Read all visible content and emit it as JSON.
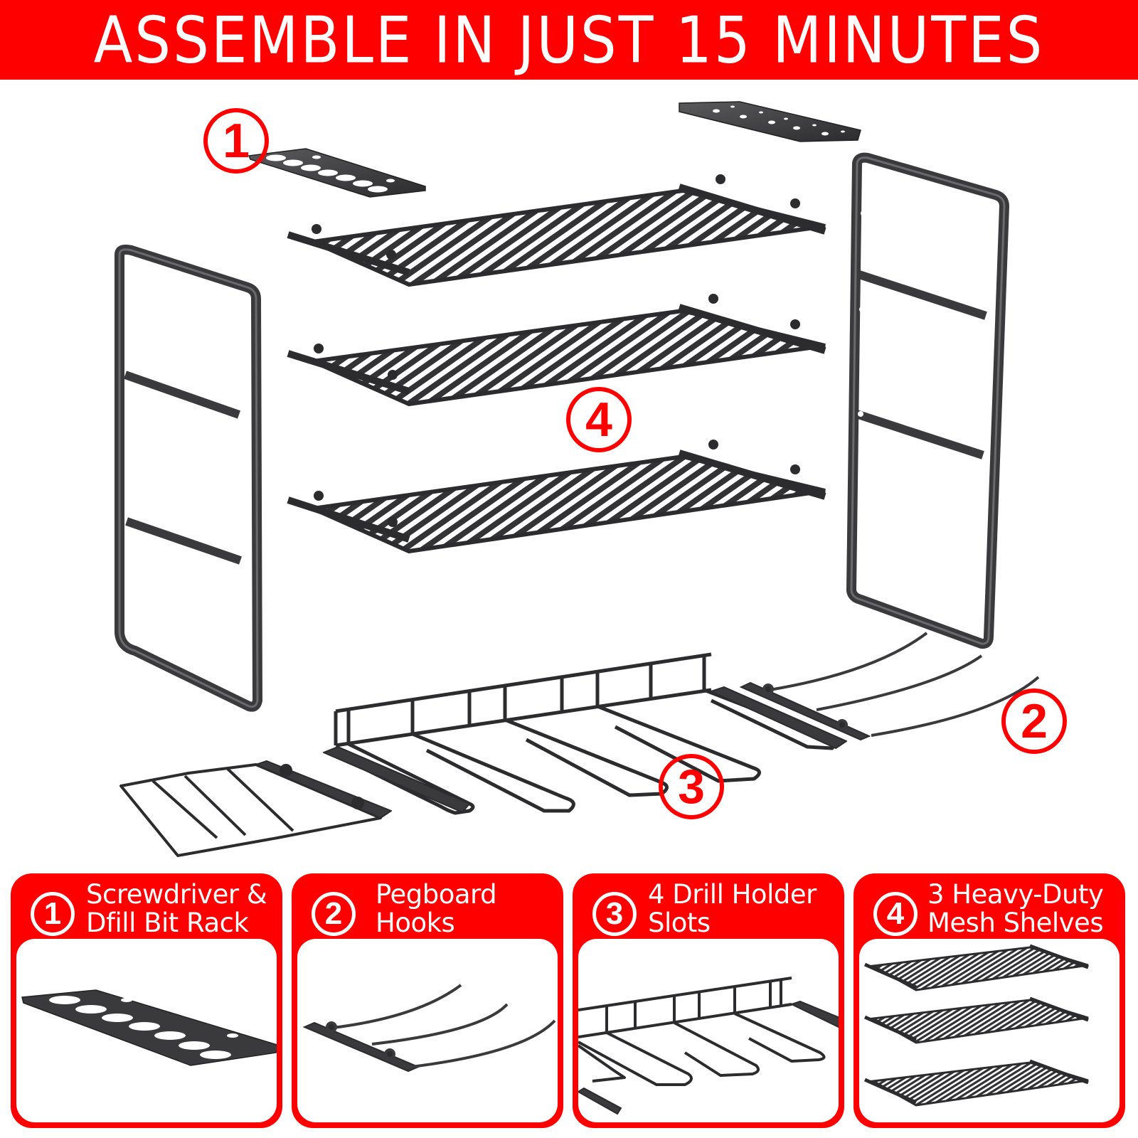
{
  "banner": {
    "title": "ASSEMBLE IN JUST 15 MINUTES",
    "background_color": "#ff0000",
    "text_color": "#ffffff"
  },
  "diagram": {
    "callouts": [
      {
        "number": "1",
        "part": "screwdriver-drill-bit-rack"
      },
      {
        "number": "2",
        "part": "pegboard-hooks"
      },
      {
        "number": "3",
        "part": "drill-holder-slots"
      },
      {
        "number": "4",
        "part": "mesh-shelves"
      }
    ],
    "parts": [
      "top-mounting-plate",
      "screwdriver-rack-plate",
      "left-side-frame",
      "right-side-frame",
      "mesh-shelf-1",
      "mesh-shelf-2",
      "mesh-shelf-3",
      "drill-holder",
      "pegboard-hook-bar",
      "accessory-basket"
    ],
    "accent_color": "#ff0000",
    "metal_color": "#3a3a3c"
  },
  "cards": [
    {
      "number": "1",
      "title_line1": "Screwdriver &",
      "title_line2": "Dfill Bit Rack"
    },
    {
      "number": "2",
      "title_line1": "Pegboard",
      "title_line2": "Hooks"
    },
    {
      "number": "3",
      "title_line1": "4 Drill Holder",
      "title_line2": "Slots"
    },
    {
      "number": "4",
      "title_line1": "3 Heavy-Duty",
      "title_line2": "Mesh Shelves"
    }
  ]
}
